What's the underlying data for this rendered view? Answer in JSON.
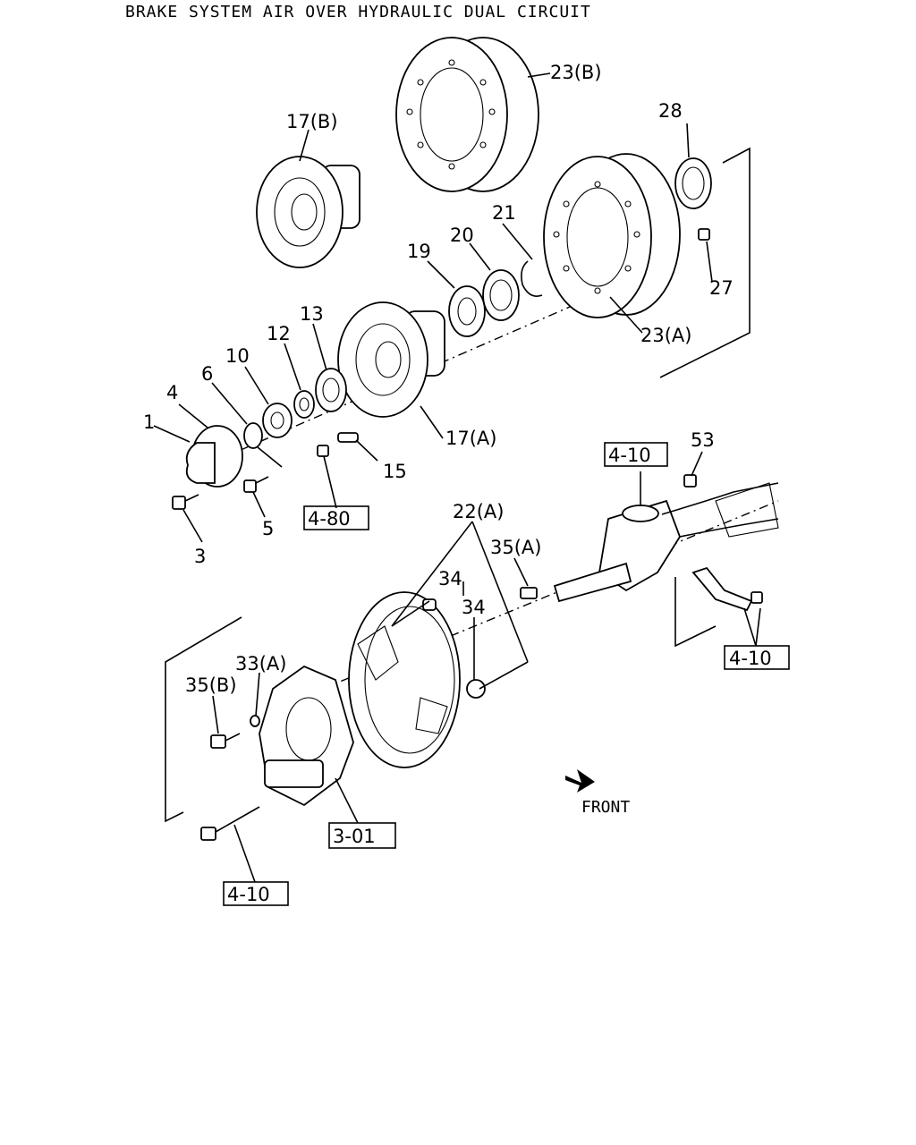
{
  "title": "BRAKE SYSTEM AIR OVER HYDRAULIC DUAL CIRCUIT",
  "front_label": "FRONT",
  "callouts": {
    "c1": "1",
    "c3": "3",
    "c4": "4",
    "c5": "5",
    "c6": "6",
    "c10": "10",
    "c12": "12",
    "c13": "13",
    "c15": "15",
    "c17a": "17(A)",
    "c17b": "17(B)",
    "c19": "19",
    "c20": "20",
    "c21": "21",
    "c22a": "22(A)",
    "c23a": "23(A)",
    "c23b": "23(B)",
    "c27": "27",
    "c28": "28",
    "c33a": "33(A)",
    "c34a": "34",
    "c34b": "34",
    "c35a": "35(A)",
    "c35b": "35(B)",
    "c53": "53"
  },
  "refs": {
    "r480": "4-80",
    "r410_top": "4-10",
    "r410_right": "4-10",
    "r410_bottom": "4-10",
    "r301": "3-01"
  }
}
